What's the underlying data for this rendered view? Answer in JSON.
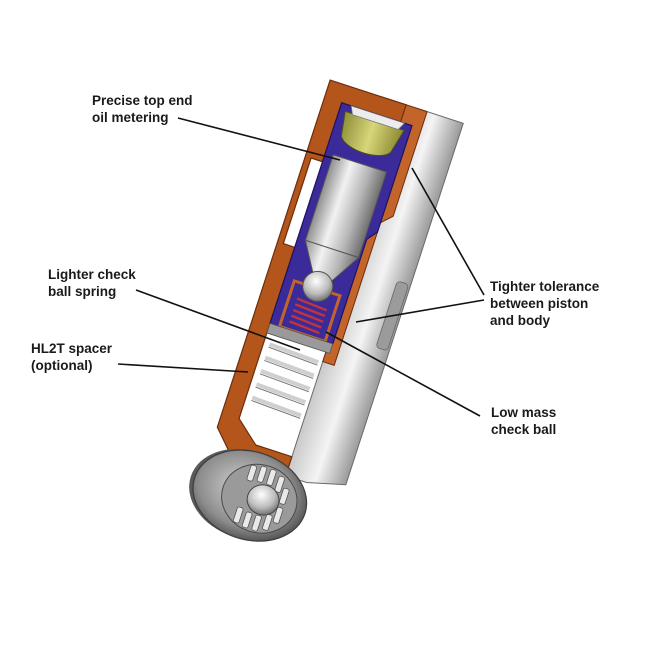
{
  "callouts": {
    "oil_metering": [
      "Precise top end",
      "oil metering"
    ],
    "check_ball_spring": [
      "Lighter check",
      "ball spring"
    ],
    "spacer": [
      "HL2T spacer",
      "(optional)"
    ],
    "tolerance": [
      "Tighter tolerance",
      "between piston",
      "and body"
    ],
    "check_ball": [
      "Low mass",
      "check ball"
    ]
  },
  "colors": {
    "body_bronze": "#b4561c",
    "body_bronze_dark": "#7a3410",
    "inner_blue": "#3a2a9a",
    "steel_light": "#e2e2e2",
    "steel_mid": "#a8a8a8",
    "steel_dark": "#555555",
    "seat_olive": "#b9b85a",
    "spring_red": "#c0353b",
    "leader_line": "#111111"
  },
  "icons": {
    "lifter": "hydraulic-roller-lifter-cutaway"
  }
}
